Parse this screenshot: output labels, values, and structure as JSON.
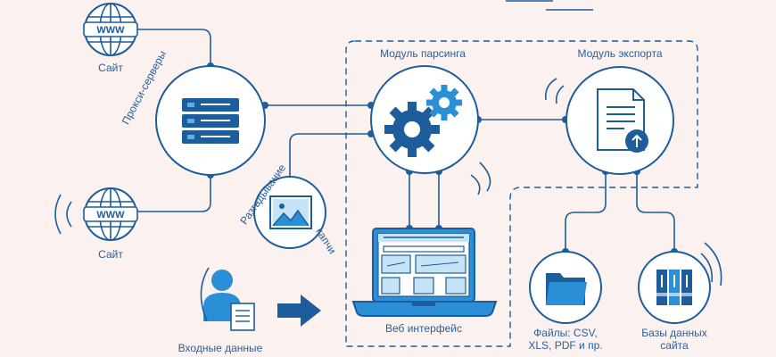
{
  "nodes": {
    "site_top": "Сайт",
    "site_bottom": "Сайт",
    "proxy": "Прокси-серверы",
    "captcha_top": "Разгадывание",
    "captcha_bottom": "капчи",
    "parsing": "Модуль парсинга",
    "export": "Модуль экспорта",
    "web_ui": "Веб интерфейс",
    "input": "Входные данные",
    "files_line1": "Файлы: CSV,",
    "files_line2": "XLS, PDF и пр.",
    "db_line1": "Базы данных",
    "db_line2": "сайта"
  },
  "icons": {
    "globe_text": "WWW"
  },
  "colors": {
    "primary": "#1d5d9b",
    "accent": "#2a8fd6",
    "light": "#5cb0e8",
    "background": "#fbf1ee"
  }
}
